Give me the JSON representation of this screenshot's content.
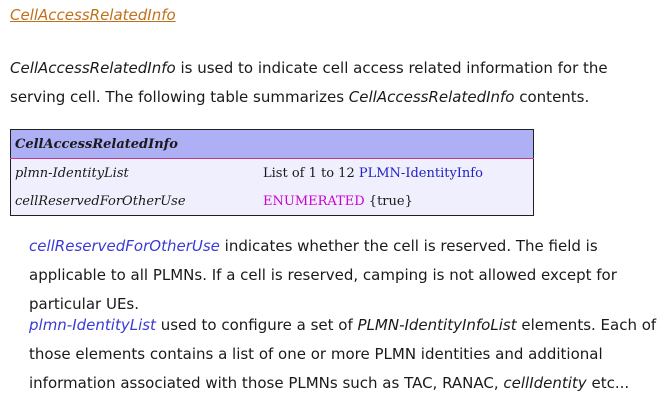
{
  "heading": "CellAccessRelatedInfo",
  "intro": {
    "term": "CellAccessRelatedInfo",
    "text1": " is used to indicate cell access related information for the serving cell. The following table summarizes ",
    "term2": "CellAccessRelatedInfo",
    "text2": " contents."
  },
  "table": {
    "header": "CellAccessRelatedInfo",
    "rows": [
      {
        "field": "plmn-IdentityList",
        "prefix": "List of 1 to 12 ",
        "ref": "PLMN-IdentityInfo"
      },
      {
        "field": "cellReservedForOtherUse",
        "keyword": "ENUMERATED",
        "suffix": " {true}"
      }
    ]
  },
  "paragraphs": [
    {
      "link": "cellReservedForOtherUse",
      "text": " indicates whether the cell is reserved. The field is applicable to all PLMNs. If a cell is reserved, camping is not allowed except for particular UEs."
    },
    {
      "link": "plmn-IdentityList",
      "text1": " used to configure a set of ",
      "term": "PLMN-IdentityInfoList",
      "text2": " elements. Each of those elements contains a list of one or more PLMN identities and additional information associated with those PLMNs such as TAC, RANAC, ",
      "term2": "cellIdentity",
      "text3": " etc..."
    }
  ],
  "colors": {
    "heading_link": "#c0701a",
    "body_link": "#3a3ad8",
    "table_header_bg": "#aeb0f6",
    "table_row_bg": "#efeffd",
    "keyword": "#cc00cc",
    "type_ref": "#2020c8"
  }
}
